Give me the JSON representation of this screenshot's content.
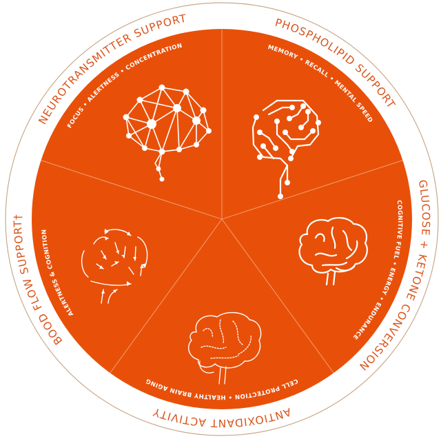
{
  "colors": {
    "wedge": "#E8500A",
    "label": "#D9541B",
    "ring": "#C9A98A",
    "divider": "#F4A77A"
  },
  "segments": [
    {
      "title": "PHOSPHOLIPID SUPPORT",
      "benefits": "MEMORY • RECALL • MENTAL SPEED",
      "icon": "circuit-brain-icon"
    },
    {
      "title": "GLUCOSE + KETONE CONVERSION",
      "benefits": "COGNITIVE FUEL • ENERGY • ENDURANCE",
      "icon": "brain-outline-icon"
    },
    {
      "title": "ANTIOXIDANT ACTIVITY",
      "benefits": "CELL PROTECTION • HEALTHY BRAIN AGING",
      "icon": "dotted-brain-icon"
    },
    {
      "title": "BOOD FLOW SUPPORT†",
      "benefits": "ALERTNESS & COGNITION",
      "icon": "flow-arrows-brain-icon"
    },
    {
      "title": "NEUROTRANSMITTER SUPPORT",
      "benefits": "FOCUS • ALERTNESS • CONCENTRATION",
      "icon": "network-brain-icon"
    }
  ]
}
